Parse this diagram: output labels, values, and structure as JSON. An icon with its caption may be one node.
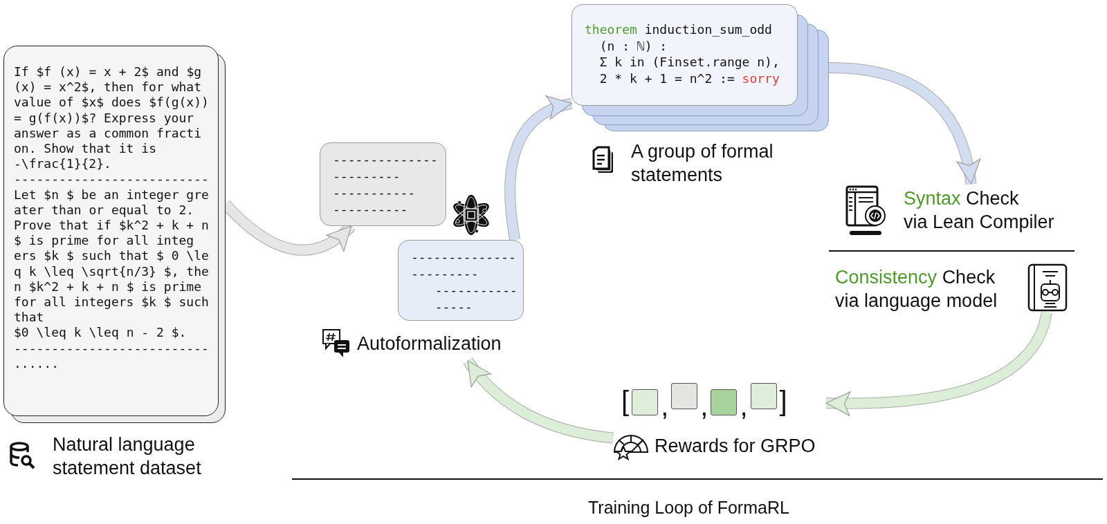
{
  "diagram": {
    "nodes": [
      {
        "text": [
          "If $f (x) = x + 2$ and $g (x) = x^2$, then for what value of $x$ does $f(g(x)) = g(f(x))$? Express your answer as a common fracti on. Show that it is -\\frac{1}{2}.",
          "--------------------------",
          "Let $n $ be an integer gre ater than or equal to 2. Prove that if $k^2 + k + n $ is prime for all integ ers $k $ such that $ 0 \\le q k \\leq \\sqrt{n/3} $, the n $k^2 + k + n $ is prime for all integers $k $ such that",
          "$0 \\leq k \\leq n - 2 $.",
          "--------------------------",
          "......"
        ],
        "beside": [
          "Natural language statement dataset"
        ]
      },
      {
        "text": [
          "--------------",
          "---------",
          "-----------",
          "----------"
        ]
      },
      {
        "text": [
          "--------------",
          "---------",
          "-----------",
          "-----"
        ]
      },
      {
        "text": [
          "theorem",
          "induction_sum_odd",
          "(n : ℕ) :",
          "Σ k in (Finset.range n),",
          "2 * k + 1 = n^2 :=",
          "sorry"
        ],
        "beside": [
          "A group of formal statements"
        ]
      },
      {
        "text": [
          "Syntax",
          "Check",
          "via Lean Compiler"
        ]
      },
      {
        "text": [
          "Consistency",
          "Check",
          "via language model"
        ]
      },
      {
        "text": [
          "[",
          ",",
          ",",
          ",",
          "]"
        ]
      },
      {
        "text": [],
        "shape": "box",
        "in": 6
      },
      {
        "text": [],
        "shape": "box",
        "in": 6
      },
      {
        "text": [],
        "shape": "box",
        "in": 6
      },
      {
        "text": [],
        "shape": "box",
        "in": 6
      },
      {
        "text": [
          "Rewards for GRPO"
        ]
      },
      {
        "text": [
          "Autoformalization"
        ]
      }
    ],
    "edges": [
      {
        "from": 0,
        "to": 1,
        "arrow": "to",
        "color": "#e6e6e6"
      },
      {
        "from": 2,
        "to": 3,
        "arrow": "to",
        "color": "#d3ddf1"
      },
      {
        "from": 3,
        "to": 4,
        "arrow": "to",
        "color": "#d3ddf1"
      },
      {
        "from": 5,
        "to": 6,
        "arrow": "to",
        "color": "#dcedd8"
      },
      {
        "from": 11,
        "to": 12,
        "arrow": "to",
        "color": "#dcedd8"
      }
    ],
    "labels": [
      "Training Loop of FormaRL"
    ]
  }
}
